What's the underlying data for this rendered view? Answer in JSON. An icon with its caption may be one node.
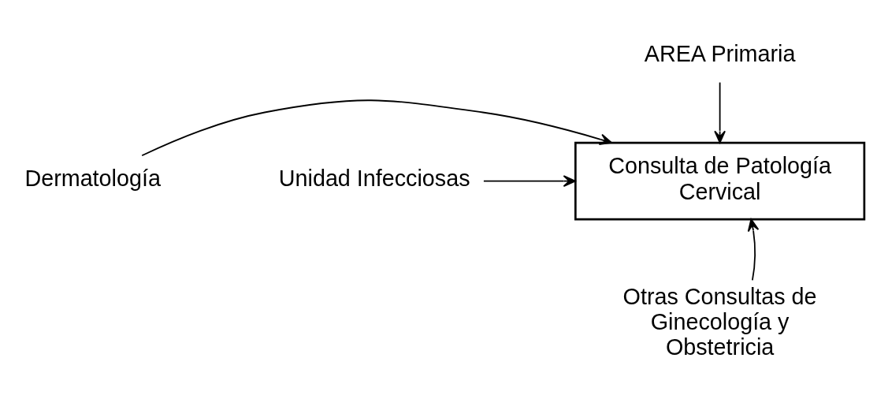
{
  "diagram": {
    "nodes": [
      {
        "text": [
          "AREA Primaria"
        ]
      },
      {
        "text": [
          "Dermatología"
        ]
      },
      {
        "text": [
          "Consulta de Patología Cervical"
        ]
      },
      {
        "text": [
          "Unidad Infecciosas"
        ]
      },
      {
        "text": [
          "Otras Consultas de Ginecología y Obstetricia"
        ]
      }
    ],
    "edges": [
      {
        "from": 0,
        "to": 2,
        "arrow": "to"
      },
      {
        "from": 1,
        "to": 2,
        "arrow": "to"
      },
      {
        "from": 3,
        "to": 2,
        "arrow": "to"
      },
      {
        "from": 4,
        "to": 2,
        "arrow": "to"
      }
    ]
  }
}
